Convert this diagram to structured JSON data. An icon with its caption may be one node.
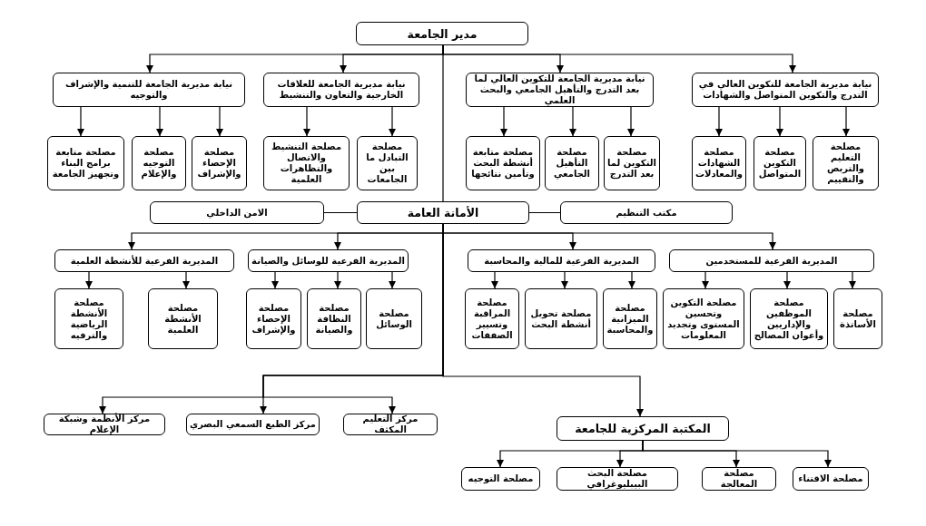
{
  "diagram": {
    "nodes": [
      {
        "text": [
          "مدير الجامعة"
        ]
      },
      {
        "text": [
          "نيابة مديرية الجامعة للتكوين العالي في التدرج والتكوين المتواصل والشهادات"
        ]
      },
      {
        "text": [
          "نيابة مديرية الجامعة للتكوين العالي لما بعد التدرج والتأهيل الجامعي والبحث العلمي"
        ]
      },
      {
        "text": [
          "نيابة مديرية الجامعة للعلاقات الخارجية والتعاون والتنشيط"
        ]
      },
      {
        "text": [
          "نيابة مديرية الجامعة للتنمية والإشراف والتوجيه"
        ]
      },
      {
        "text": [
          "مصلحة التعليم والتربص والتقييم"
        ]
      },
      {
        "text": [
          "مصلحة التكوين المتواصل"
        ]
      },
      {
        "text": [
          "مصلحة الشهادات والمعادلات"
        ]
      },
      {
        "text": [
          "مصلحة التكوين لما بعد التدرج"
        ]
      },
      {
        "text": [
          "مصلحة التأهيل الجامعي"
        ]
      },
      {
        "text": [
          "مصلحة متابعة أنشطة البحث وتأمين نتائجها"
        ]
      },
      {
        "text": [
          "مصلحة التبادل ما بين الجامعات"
        ]
      },
      {
        "text": [
          "مصلحة التنشيط والاتصال والتظاهرات العلمية"
        ]
      },
      {
        "text": [
          "مصلحة الإحصاء والإشراف"
        ]
      },
      {
        "text": [
          "مصلحة التوجيه والإعلام"
        ]
      },
      {
        "text": [
          "مصلحة متابعة برامج البناء وتجهيز الجامعة"
        ]
      },
      {
        "text": [
          "مكتب التنظيم"
        ]
      },
      {
        "text": [
          "الأمانة العامة"
        ]
      },
      {
        "text": [
          "الامن الداخلي"
        ]
      },
      {
        "text": [
          "المديرية الفرعية للمستخدمين"
        ]
      },
      {
        "text": [
          "المديرية الفرعية للمالية والمحاسبة"
        ]
      },
      {
        "text": [
          "المديرية الفرعية للوسائل والصيانة"
        ]
      },
      {
        "text": [
          "المديرية الفرعية للأنشطة العلمية"
        ]
      },
      {
        "text": [
          "مصلحة الأساتذة"
        ]
      },
      {
        "text": [
          "مصلحة الموظفين والإداريين وأعوان المصالح"
        ]
      },
      {
        "text": [
          "مصلحة التكوين وتحسين المستوى وتجديد المعلومات"
        ]
      },
      {
        "text": [
          "مصلحة الميزانية والمحاسبة"
        ]
      },
      {
        "text": [
          "مصلحة تحويل أنشطة البحث"
        ]
      },
      {
        "text": [
          "مصلحة المراقبة وتسيير الصفقات"
        ]
      },
      {
        "text": [
          "مصلحة الوسائل"
        ]
      },
      {
        "text": [
          "مصلحة النظافة والصيانة"
        ]
      },
      {
        "text": [
          "مصلحة الإحصاء والإشراف"
        ]
      },
      {
        "text": [
          "مصلحة الأنشطة العلمية"
        ]
      },
      {
        "text": [
          "مصلحة الأنشطة الرياضية والترفيه"
        ]
      },
      {
        "text": [
          "مركز التعليم المكثف"
        ]
      },
      {
        "text": [
          "مركز الطبع السمعي البصري"
        ]
      },
      {
        "text": [
          "مركز الأنظمة وشبكة الإعلام"
        ]
      },
      {
        "text": [
          "المكتبة المركزية للجامعة"
        ]
      },
      {
        "text": [
          "مصلحة الاقتناء"
        ]
      },
      {
        "text": [
          "مصلحة المعالجة"
        ]
      },
      {
        "text": [
          "مصلحة البحث البيبليوغرافي"
        ]
      },
      {
        "text": [
          "مصلحة التوجيه"
        ]
      }
    ],
    "edges": [
      {
        "from": 0,
        "to": 1,
        "arrow": "to"
      },
      {
        "from": 0,
        "to": 2,
        "arrow": "to"
      },
      {
        "from": 0,
        "to": 3,
        "arrow": "to"
      },
      {
        "from": 0,
        "to": 4,
        "arrow": "to"
      },
      {
        "from": 0,
        "to": 17,
        "arrow": "none"
      },
      {
        "from": 1,
        "to": 5,
        "arrow": "to"
      },
      {
        "from": 1,
        "to": 6,
        "arrow": "to"
      },
      {
        "from": 1,
        "to": 7,
        "arrow": "to"
      },
      {
        "from": 2,
        "to": 8,
        "arrow": "to"
      },
      {
        "from": 2,
        "to": 9,
        "arrow": "to"
      },
      {
        "from": 2,
        "to": 10,
        "arrow": "to"
      },
      {
        "from": 3,
        "to": 11,
        "arrow": "to"
      },
      {
        "from": 3,
        "to": 12,
        "arrow": "to"
      },
      {
        "from": 4,
        "to": 13,
        "arrow": "to"
      },
      {
        "from": 4,
        "to": 14,
        "arrow": "to"
      },
      {
        "from": 4,
        "to": 15,
        "arrow": "to"
      },
      {
        "from": 17,
        "to": 16,
        "arrow": "none"
      },
      {
        "from": 17,
        "to": 18,
        "arrow": "none"
      },
      {
        "from": 17,
        "to": 19,
        "arrow": "to"
      },
      {
        "from": 17,
        "to": 20,
        "arrow": "to"
      },
      {
        "from": 17,
        "to": 21,
        "arrow": "to"
      },
      {
        "from": 17,
        "to": 22,
        "arrow": "to"
      },
      {
        "from": 19,
        "to": 23,
        "arrow": "to"
      },
      {
        "from": 19,
        "to": 24,
        "arrow": "to"
      },
      {
        "from": 19,
        "to": 25,
        "arrow": "to"
      },
      {
        "from": 20,
        "to": 26,
        "arrow": "to"
      },
      {
        "from": 20,
        "to": 27,
        "arrow": "to"
      },
      {
        "from": 20,
        "to": 28,
        "arrow": "to"
      },
      {
        "from": 21,
        "to": 29,
        "arrow": "to"
      },
      {
        "from": 21,
        "to": 30,
        "arrow": "to"
      },
      {
        "from": 21,
        "to": 31,
        "arrow": "to"
      },
      {
        "from": 22,
        "to": 32,
        "arrow": "to"
      },
      {
        "from": 22,
        "to": 33,
        "arrow": "to"
      },
      {
        "from": 17,
        "to": 34,
        "arrow": "to"
      },
      {
        "from": 17,
        "to": 35,
        "arrow": "to"
      },
      {
        "from": 17,
        "to": 36,
        "arrow": "to"
      },
      {
        "from": 17,
        "to": 37,
        "arrow": "to"
      },
      {
        "from": 37,
        "to": 38,
        "arrow": "to"
      },
      {
        "from": 37,
        "to": 39,
        "arrow": "to"
      },
      {
        "from": 37,
        "to": 40,
        "arrow": "to"
      },
      {
        "from": 37,
        "to": 41,
        "arrow": "to"
      }
    ]
  }
}
